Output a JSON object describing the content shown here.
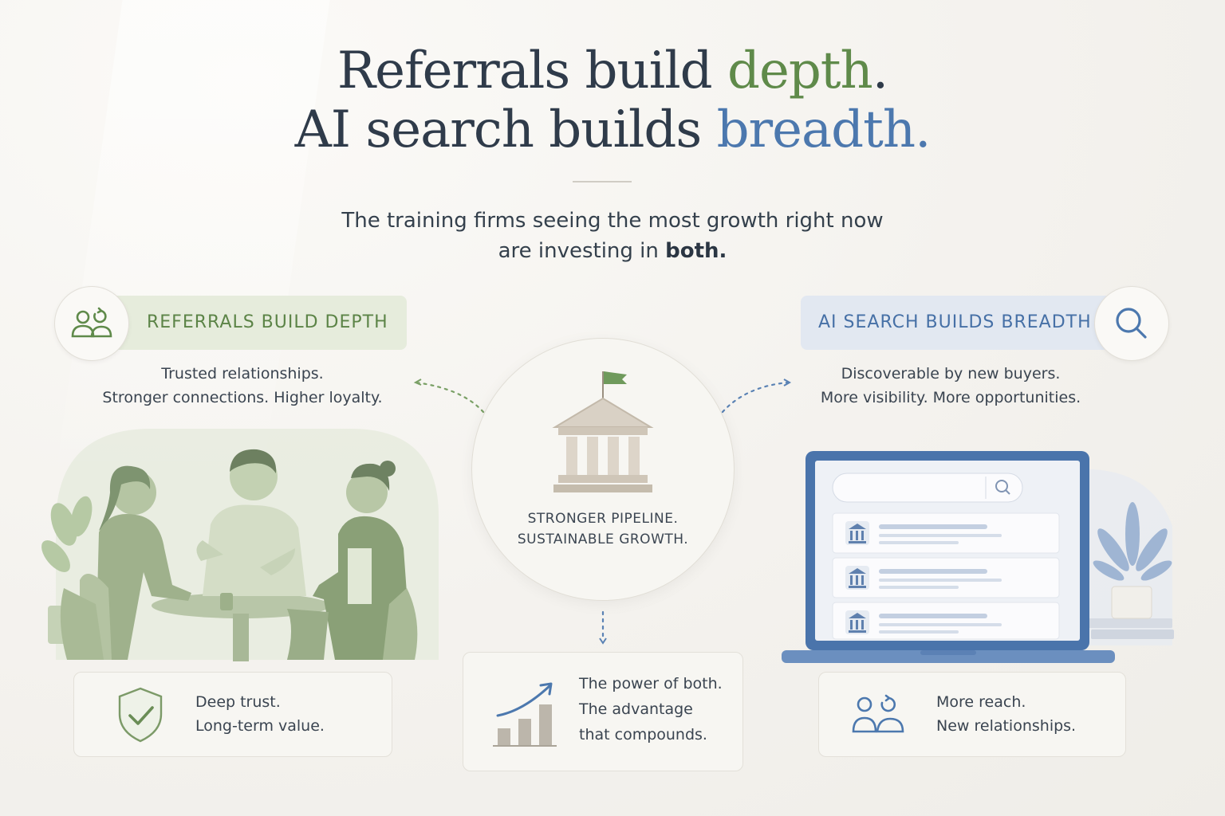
{
  "headline": {
    "line1_text": "Referrals build ",
    "line1_accent": "depth",
    "line1_end": ".",
    "line2_text": "AI search builds ",
    "line2_accent": "breadth",
    "line2_end": "."
  },
  "subtitle": {
    "line1": "The training firms seeing the most growth right now",
    "line2_prefix": "are investing in ",
    "line2_bold": "both."
  },
  "left": {
    "pill_label": "REFERRALS BUILD DEPTH",
    "desc_line1": "Trusted relationships.",
    "desc_line2": "Stronger connections. Higher loyalty.",
    "card_line1": "Deep trust.",
    "card_line2": "Long-term value."
  },
  "center": {
    "line1": "STRONGER PIPELINE.",
    "line2": "SUSTAINABLE GROWTH.",
    "card_line1": "The power of both.",
    "card_line2": "The advantage",
    "card_line3": "that compounds."
  },
  "right": {
    "pill_label": "AI SEARCH BUILDS BREADTH",
    "desc_line1": "Discoverable by new buyers.",
    "desc_line2": "More visibility. More opportunities.",
    "card_line1": "More reach.",
    "card_line2": "New relationships."
  },
  "colors": {
    "green_accent": "#5f8a4a",
    "blue_accent": "#4c78ae",
    "text": "#33404e",
    "background": "#f5f3ef"
  },
  "icons": {
    "left_badge": "people-refresh-icon",
    "right_badge": "search-icon",
    "center": "bank-building-icon",
    "left_card": "shield-check-icon",
    "center_card": "growth-chart-icon",
    "right_card": "people-refresh-icon"
  }
}
